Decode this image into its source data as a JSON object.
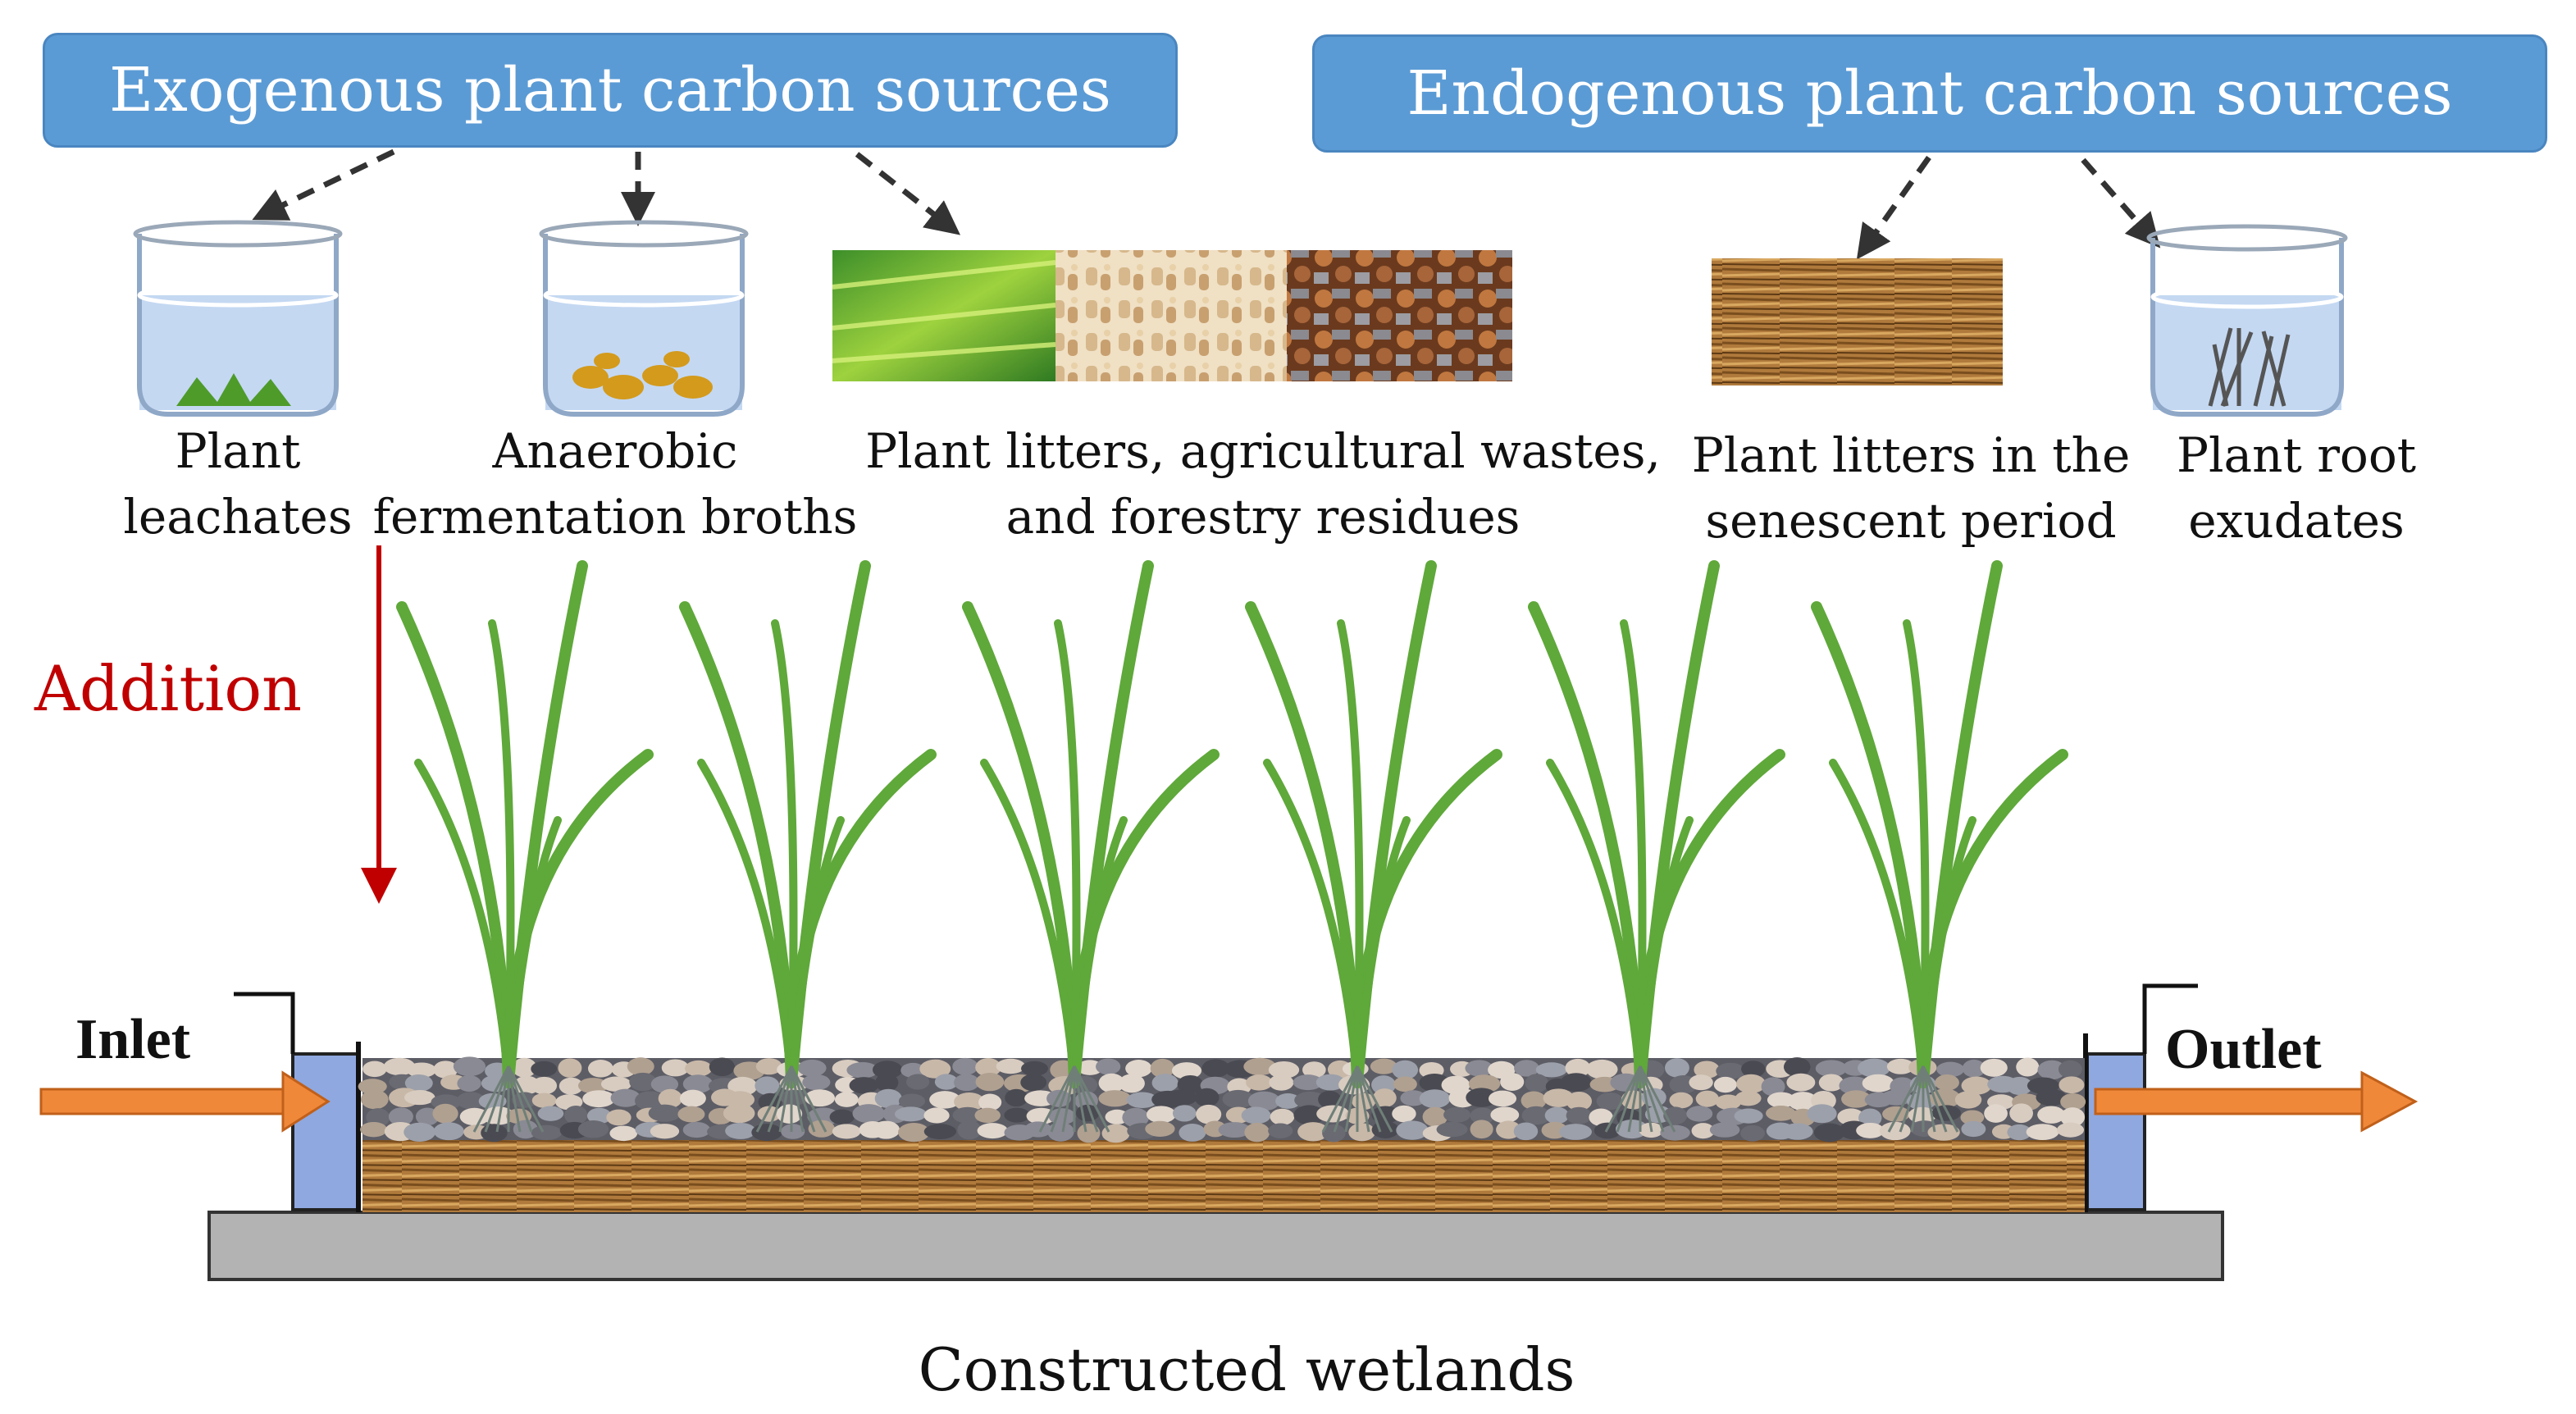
{
  "headers": {
    "exogenous": "Exogenous plant carbon sources",
    "endogenous": "Endogenous plant carbon sources"
  },
  "sources": {
    "leachates": {
      "line1": "Plant",
      "line2": "leachates"
    },
    "fermentation": {
      "line1": "Anaerobic",
      "line2": "fermentation broths"
    },
    "litters": {
      "line1": "Plant litters, agricultural wastes,",
      "line2": "and forestry residues"
    },
    "senescent": {
      "line1": "Plant litters in the",
      "line2": "senescent period"
    },
    "root": {
      "line1": "Plant root",
      "line2": "exudates"
    }
  },
  "labels": {
    "addition": "Addition",
    "inlet": "Inlet",
    "outlet": "Outlet",
    "caption": "Constructed wetlands"
  },
  "colors": {
    "header_fill": "#5b9bd5",
    "addition": "#c00000",
    "flow_arrow": "#f0883a",
    "plant": "#5fa83a",
    "water": "#a9c6ec",
    "base": "#b3b3b3",
    "litter": "#b07a3c"
  },
  "icons": [
    "beaker-icon",
    "plant-icon",
    "gravel-layer",
    "litter-layer",
    "dashed-arrow"
  ]
}
